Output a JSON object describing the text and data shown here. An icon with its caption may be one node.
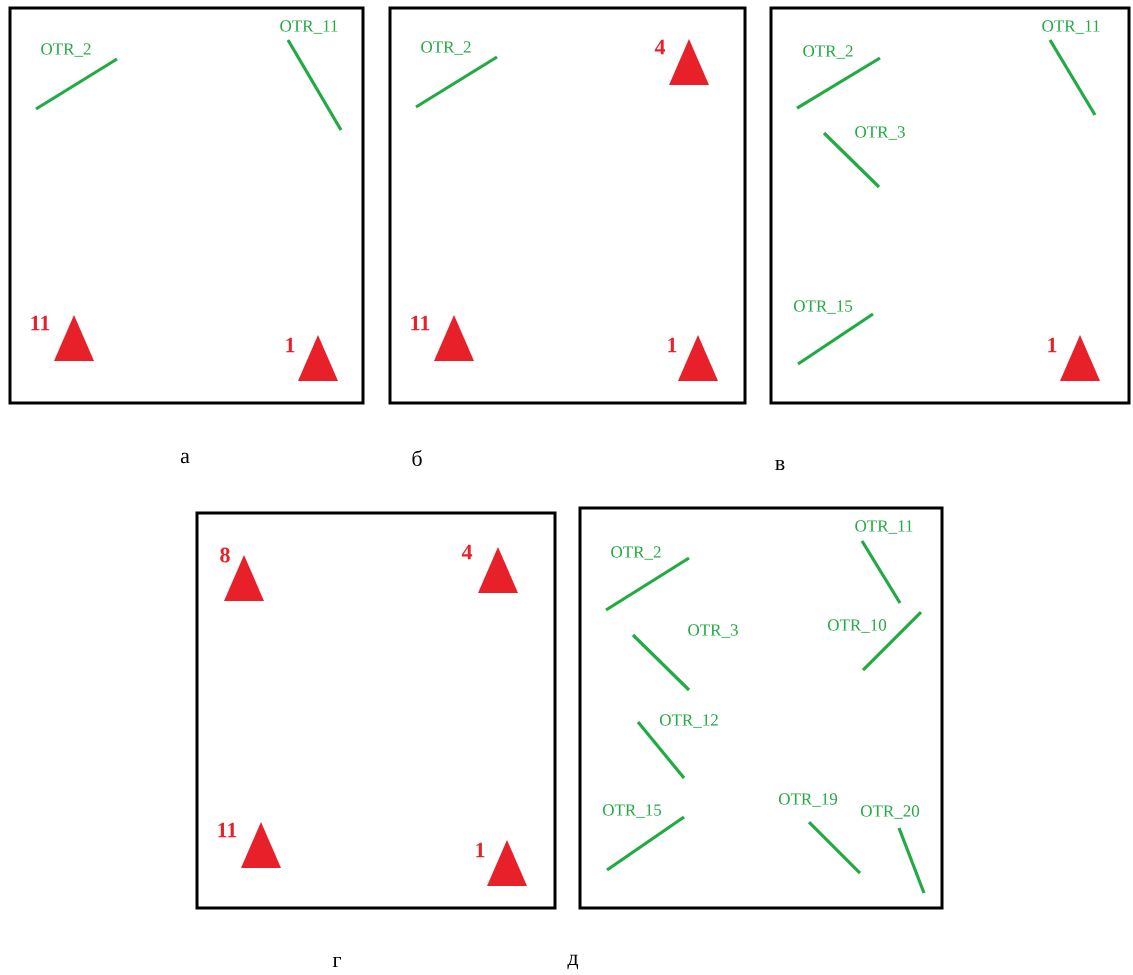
{
  "diagram": {
    "nodes": [
      {
        "text": [],
        "shape": "box",
        "beside": [
          "а"
        ]
      },
      {
        "text": [],
        "shape": "line",
        "beside": [
          "OTR_2"
        ],
        "in": 0
      },
      {
        "text": [],
        "shape": "line",
        "beside": [
          "OTR_11"
        ],
        "in": 0
      },
      {
        "text": [],
        "shape": "triangle",
        "beside": [
          "11"
        ],
        "in": 0
      },
      {
        "text": [],
        "shape": "triangle",
        "beside": [
          "1"
        ],
        "in": 0
      },
      {
        "text": [],
        "shape": "box",
        "beside": [
          "б"
        ]
      },
      {
        "text": [],
        "shape": "line",
        "beside": [
          "OTR_2"
        ],
        "in": 5
      },
      {
        "text": [],
        "shape": "triangle",
        "beside": [
          "4"
        ],
        "in": 5
      },
      {
        "text": [],
        "shape": "triangle",
        "beside": [
          "11"
        ],
        "in": 5
      },
      {
        "text": [],
        "shape": "triangle",
        "beside": [
          "1"
        ],
        "in": 5
      },
      {
        "text": [],
        "shape": "box",
        "beside": [
          "в"
        ]
      },
      {
        "text": [],
        "shape": "line",
        "beside": [
          "OTR_2"
        ],
        "in": 10
      },
      {
        "text": [],
        "shape": "line",
        "beside": [
          "OTR_11"
        ],
        "in": 10
      },
      {
        "text": [],
        "shape": "line",
        "beside": [
          "OTR_3"
        ],
        "in": 10
      },
      {
        "text": [],
        "shape": "line",
        "beside": [
          "OTR_15"
        ],
        "in": 10
      },
      {
        "text": [],
        "shape": "triangle",
        "beside": [
          "1"
        ],
        "in": 10
      },
      {
        "text": [],
        "shape": "box",
        "beside": [
          "г"
        ]
      },
      {
        "text": [],
        "shape": "triangle",
        "beside": [
          "8"
        ],
        "in": 16
      },
      {
        "text": [],
        "shape": "triangle",
        "beside": [
          "4"
        ],
        "in": 16
      },
      {
        "text": [],
        "shape": "triangle",
        "beside": [
          "11"
        ],
        "in": 16
      },
      {
        "text": [],
        "shape": "triangle",
        "beside": [
          "1"
        ],
        "in": 16
      },
      {
        "text": [],
        "shape": "box",
        "beside": [
          "д"
        ]
      },
      {
        "text": [],
        "shape": "line",
        "beside": [
          "OTR_2"
        ],
        "in": 21
      },
      {
        "text": [],
        "shape": "line",
        "beside": [
          "OTR_11"
        ],
        "in": 21
      },
      {
        "text": [],
        "shape": "line",
        "beside": [
          "OTR_3"
        ],
        "in": 21
      },
      {
        "text": [],
        "shape": "line",
        "beside": [
          "OTR_10"
        ],
        "in": 21
      },
      {
        "text": [],
        "shape": "line",
        "beside": [
          "OTR_12"
        ],
        "in": 21
      },
      {
        "text": [],
        "shape": "line",
        "beside": [
          "OTR_15"
        ],
        "in": 21
      },
      {
        "text": [],
        "shape": "line",
        "beside": [
          "OTR_19"
        ],
        "in": 21
      },
      {
        "text": [],
        "shape": "line",
        "beside": [
          "OTR_20"
        ],
        "in": 21
      }
    ]
  }
}
